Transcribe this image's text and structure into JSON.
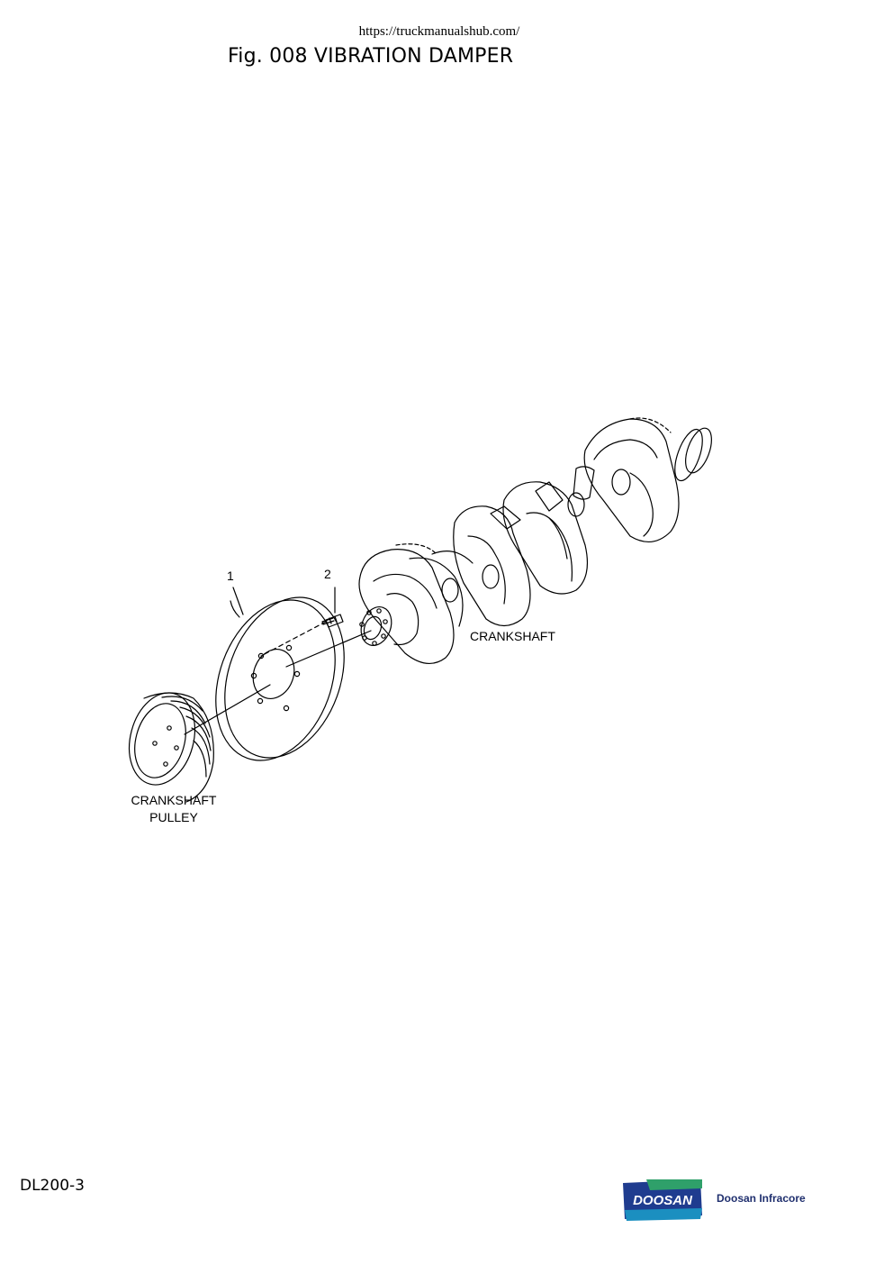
{
  "header": {
    "url": "https://truckmanualshub.com/",
    "title": "Fig. 008 VIBRATION DAMPER"
  },
  "diagram": {
    "callouts": [
      "1",
      "2"
    ],
    "labels": {
      "crankshaft": "CRANKSHAFT",
      "pulley_line1": "CRANKSHAFT",
      "pulley_line2": "PULLEY"
    }
  },
  "footer": {
    "model": "DL200-3",
    "logo_word": "DOOSAN",
    "company": "Doosan Infracore",
    "brand_colors": {
      "blue": "#1f3c8f",
      "green": "#2fa06a",
      "teal": "#1b8fc0"
    }
  }
}
